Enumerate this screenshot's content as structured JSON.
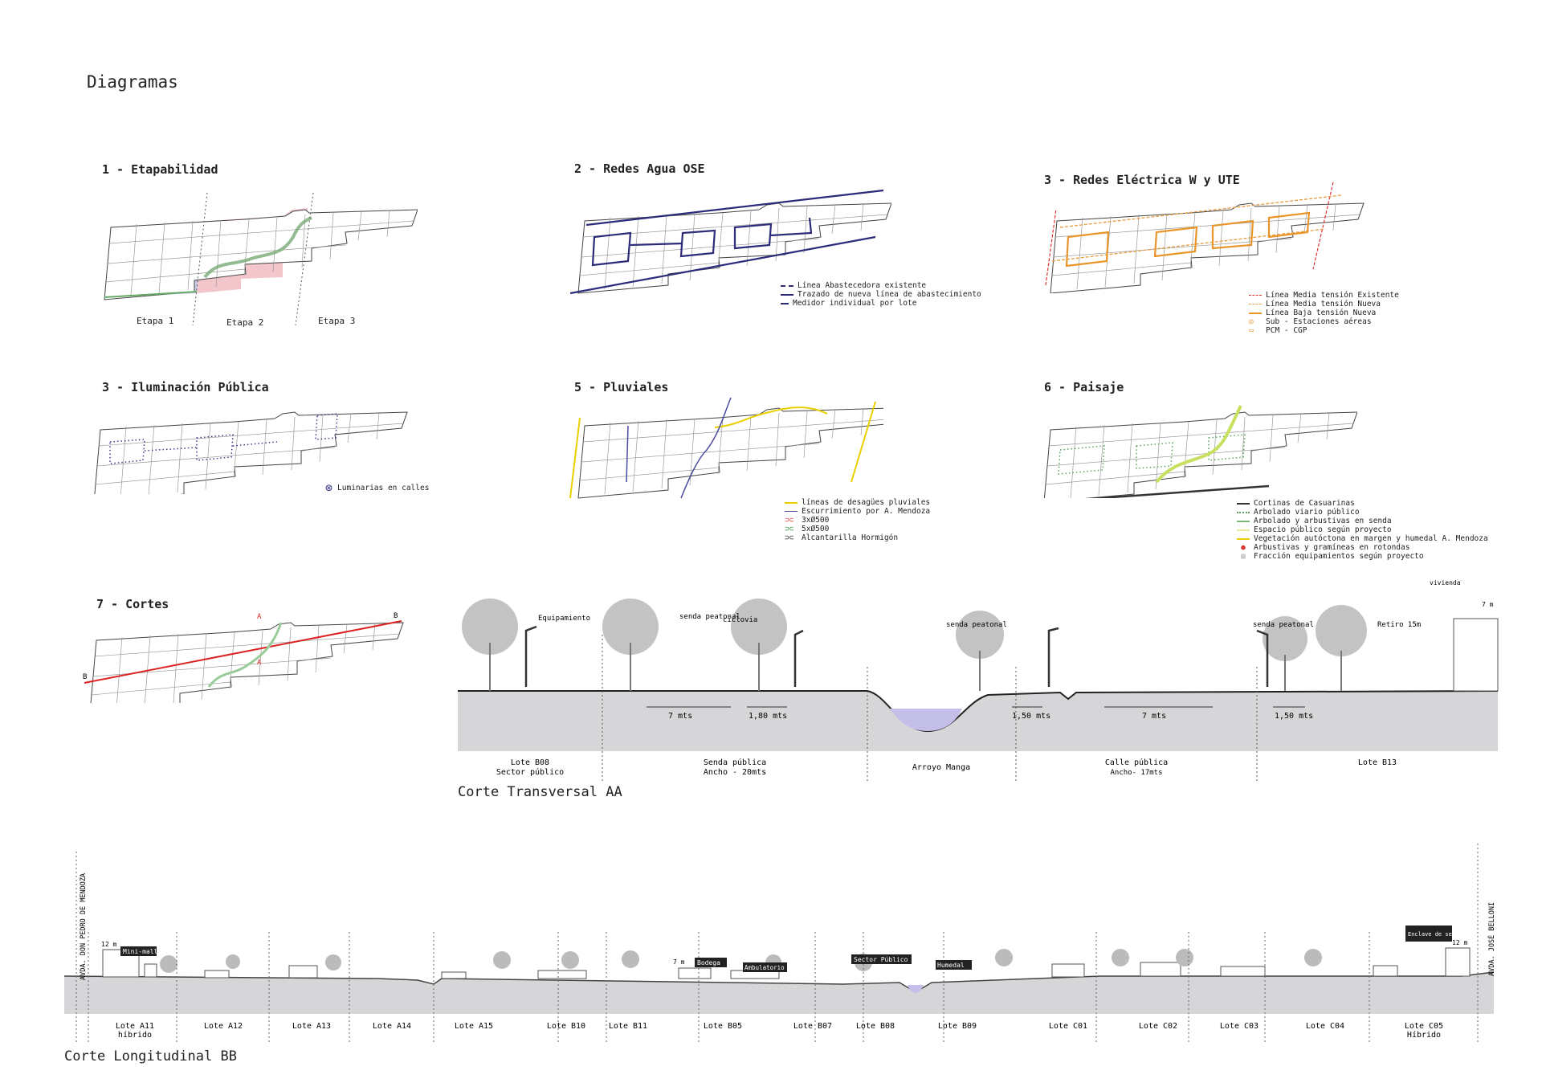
{
  "page_title": "Diagramas",
  "panels": {
    "p1": {
      "title": "1 - Etapabilidad",
      "labels": [
        "Etapa 1",
        "Etapa 2",
        "Etapa 3"
      ]
    },
    "p2": {
      "title": "2 - Redes Agua OSE",
      "legend": [
        "Línea Abastecedora existente",
        "Trazado de nueva línea de abastecimiento",
        "Medidor individual por lote"
      ]
    },
    "p3": {
      "title": "3 - Redes Eléctrica W y UTE",
      "legend": [
        "Línea Media tensión Existente",
        "Línea Media tensión Nueva",
        "Línea Baja tensión Nueva",
        "Sub - Estaciones aéreas",
        "PCM - CGP"
      ]
    },
    "p4": {
      "title": "3 - Iluminación Pública",
      "legend": [
        "Luminarias en calles"
      ]
    },
    "p5": {
      "title": "5 - Pluviales",
      "legend": [
        "líneas de desagües pluviales",
        "Escurrimiento por A. Mendoza",
        "3xØ500",
        "5xØ500",
        "Alcantarilla Hormigón"
      ]
    },
    "p6": {
      "title": "6 - Paisaje",
      "legend": [
        "Cortinas de Casuarinas",
        "Arbolado viario público",
        "Arbolado y arbustivas en senda",
        "Espacio público según proyecto",
        "Vegetación autóctona en margen y humedal A. Mendoza",
        "Arbustivas y gramíneas en rotondas",
        "Fracción equipamientos según proyecto"
      ]
    },
    "p7": {
      "title": "7 - Cortes",
      "markers": [
        "B",
        "B",
        "A",
        "A"
      ]
    }
  },
  "section_aa": {
    "title": "Corte Transversal AA",
    "labels": {
      "equipamiento": "Equipamiento",
      "senda_peatonal_1": "senda peatonal",
      "ciclovia": "ciclovia",
      "senda_peatonal_2": "senda peatonal",
      "senda_peatonal_3": "senda peatonal",
      "retiro": "Retiro 15m",
      "vivienda": "vivienda",
      "height": "7 m"
    },
    "dims": [
      "7 mts",
      "1,80 mts",
      "1,50 mts",
      "7 mts",
      "1,50 mts"
    ],
    "zones": [
      {
        "l1": "Lote B08",
        "l2": "Sector público"
      },
      {
        "l1": "Senda pública",
        "l2": "Ancho - 20mts"
      },
      {
        "l1": "Arroyo Manga",
        "l2": ""
      },
      {
        "l1": "Calle pública",
        "l2": "Ancho- 17mts"
      },
      {
        "l1": "Lote B13",
        "l2": ""
      }
    ]
  },
  "section_bb": {
    "title": "Corte Longitudinal BB",
    "left_street": "AVDA. DON PEDRO DE MENDOZA",
    "right_street": "AVDA. JOSÉ BELLONI",
    "tags": [
      "Mini-mall",
      "Bodega",
      "Ambulatorio",
      "Sector Público",
      "Humedal",
      "Enclave de servicios"
    ],
    "heights": [
      "12 m",
      "7 m",
      "12 m"
    ],
    "lots": [
      {
        "l1": "Lote A11",
        "l2": "híbrido"
      },
      {
        "l1": "Lote A12",
        "l2": ""
      },
      {
        "l1": "Lote A13",
        "l2": ""
      },
      {
        "l1": "Lote A14",
        "l2": ""
      },
      {
        "l1": "Lote A15",
        "l2": ""
      },
      {
        "l1": "Lote B10",
        "l2": ""
      },
      {
        "l1": "Lote B11",
        "l2": ""
      },
      {
        "l1": "Lote B05",
        "l2": ""
      },
      {
        "l1": "Lote B07",
        "l2": ""
      },
      {
        "l1": "Lote B08",
        "l2": ""
      },
      {
        "l1": "Lote B09",
        "l2": ""
      },
      {
        "l1": "Lote C01",
        "l2": ""
      },
      {
        "l1": "Lote C02",
        "l2": ""
      },
      {
        "l1": "Lote C03",
        "l2": ""
      },
      {
        "l1": "Lote C04",
        "l2": ""
      },
      {
        "l1": "Lote C05",
        "l2": "Híbrido"
      }
    ]
  }
}
